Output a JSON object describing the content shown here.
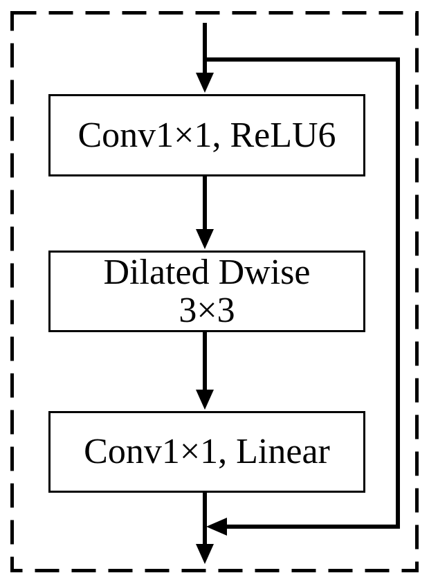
{
  "diagram": {
    "nodes": [
      {
        "id": "expand-conv",
        "label": "Conv1×1, ReLU6"
      },
      {
        "id": "dilated-dwise",
        "label_line1": "Dilated Dwise",
        "label_line2": "3×3"
      },
      {
        "id": "project-conv",
        "label": "Conv1×1, Linear"
      }
    ],
    "edges": [
      {
        "from": "input",
        "to": "expand-conv"
      },
      {
        "from": "expand-conv",
        "to": "dilated-dwise"
      },
      {
        "from": "dilated-dwise",
        "to": "project-conv"
      },
      {
        "from": "project-conv",
        "to": "output"
      },
      {
        "from": "input",
        "to": "output",
        "type": "skip-connection"
      }
    ],
    "colors": {
      "line": "#000000",
      "background": "#ffffff",
      "box_fill": "#ffffff"
    }
  }
}
